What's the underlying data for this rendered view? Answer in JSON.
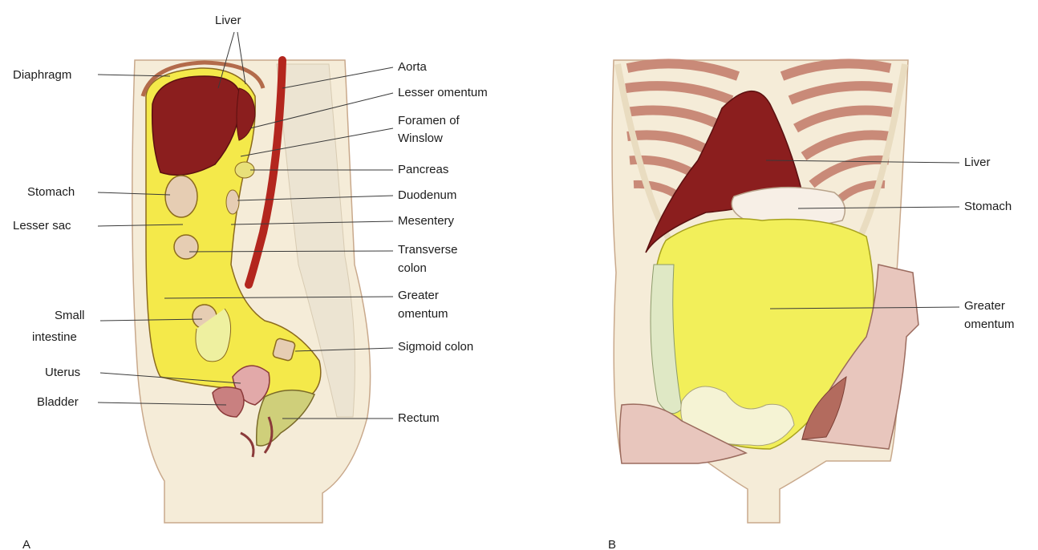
{
  "panel_a": {
    "letter": "A",
    "labels": {
      "liver": "Liver",
      "diaphragm": "Diaphragm",
      "aorta": "Aorta",
      "lesser_omentum": "Lesser omentum",
      "foramen_line1": "Foramen of",
      "foramen_line2": "Winslow",
      "pancreas": "Pancreas",
      "stomach": "Stomach",
      "duodenum": "Duodenum",
      "lesser_sac": "Lesser sac",
      "mesentery": "Mesentery",
      "transverse_line1": "Transverse",
      "transverse_line2": "colon",
      "greater_line1": "Greater",
      "greater_line2": "omentum",
      "small_line1": "Small",
      "small_line2": "intestine",
      "sigmoid": "Sigmoid colon",
      "uterus": "Uterus",
      "bladder": "Bladder",
      "rectum": "Rectum"
    }
  },
  "panel_b": {
    "letter": "B",
    "labels": {
      "liver": "Liver",
      "stomach": "Stomach",
      "greater_line1": "Greater",
      "greater_line2": "omentum"
    }
  },
  "colors": {
    "skin": "#f5ecd8",
    "skin_edge": "#c9a98c",
    "liver": "#8b1e1e",
    "peritoneum": "#f4e94a",
    "aorta": "#b3261e",
    "rib": "#c98a78",
    "rib_cartilage": "#e9dcc0",
    "omentum": "#f2ef5a",
    "peritoneal_flap": "#e8c6bd"
  }
}
